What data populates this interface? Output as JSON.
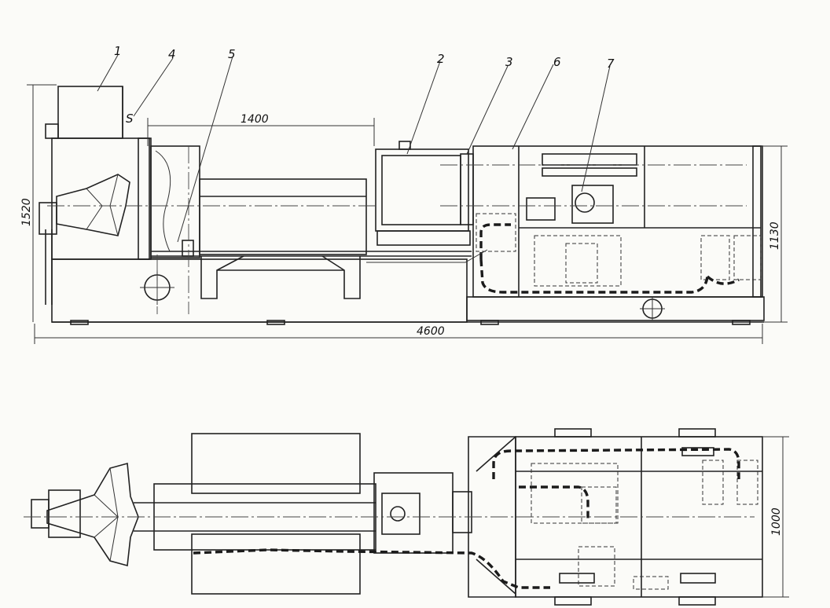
{
  "labels": {
    "part_1": "1",
    "part_2": "2",
    "part_3": "3",
    "part_4": "4",
    "part_5": "5",
    "part_6": "6",
    "part_7": "7",
    "mark_s": "S"
  },
  "dimensions": {
    "stroke": "1400",
    "overall_length": "4600",
    "overall_height": "1520",
    "cabinet_height": "1130",
    "width": "1000"
  }
}
